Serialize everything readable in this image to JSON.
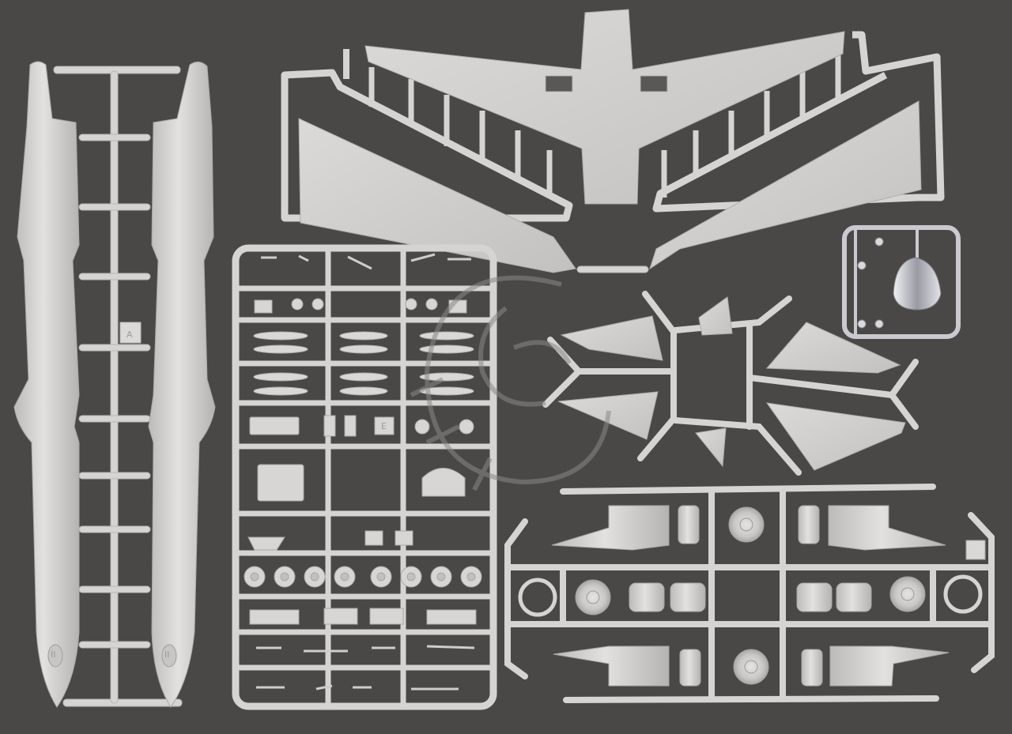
{
  "photo": {
    "background_color": "#4a4846",
    "plastic_color": "#d6d4d3",
    "plastic_shadow": "#aeacab",
    "clear_color": "#c9c9cf",
    "watermark_color": "#8a8886",
    "watermark_icon": "dragon-logo-icon"
  },
  "labels": {
    "sprue_a_tag": "A",
    "fuselage_left_tag": "II",
    "fuselage_right_tag": "II",
    "sprue_e_tag": "E"
  }
}
